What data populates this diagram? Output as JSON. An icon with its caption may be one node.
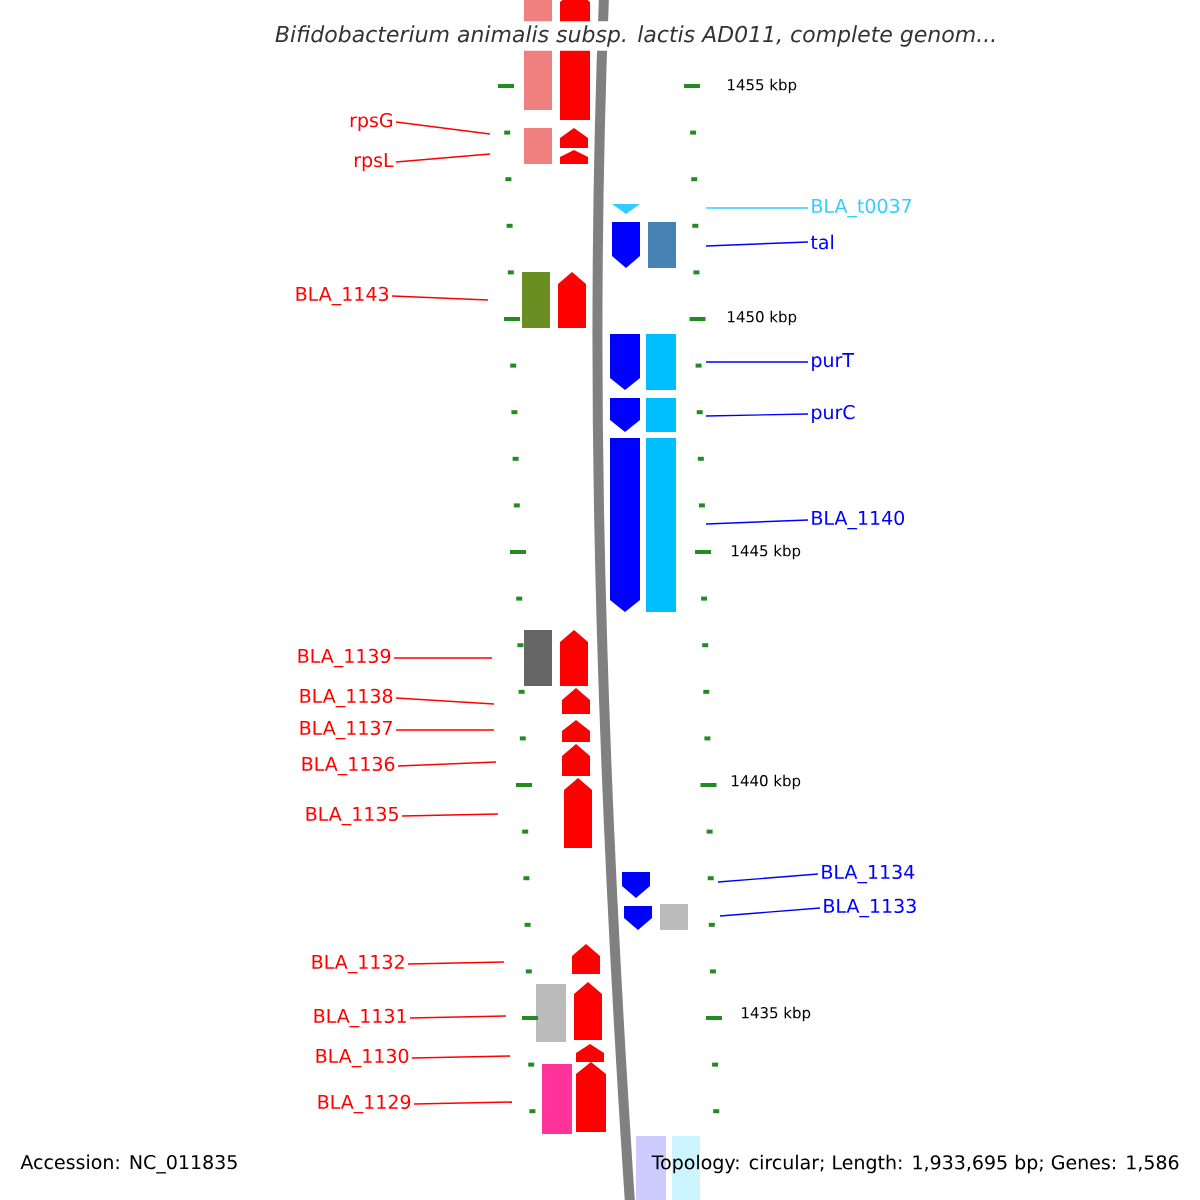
{
  "diagram": {
    "title": "Bifidobacterium animalis subsp. lactis AD011, complete genom...",
    "nodes": [
      {
        "text": [
          "rpsG"
        ]
      },
      {
        "text": [
          "rpsL"
        ]
      },
      {
        "text": [
          "BLA_1143"
        ]
      },
      {
        "text": [
          "BLA_t0037"
        ]
      },
      {
        "text": [
          "tal"
        ]
      },
      {
        "text": [
          "purT"
        ]
      },
      {
        "text": [
          "purC"
        ]
      },
      {
        "text": [
          "BLA_1140"
        ]
      },
      {
        "text": [
          "BLA_1139"
        ]
      },
      {
        "text": [
          "BLA_1138"
        ]
      },
      {
        "text": [
          "BLA_1137"
        ]
      },
      {
        "text": [
          "BLA_1136"
        ]
      },
      {
        "text": [
          "BLA_1135"
        ]
      },
      {
        "text": [
          "BLA_1134"
        ]
      },
      {
        "text": [
          "BLA_1133"
        ]
      },
      {
        "text": [
          "BLA_1132"
        ]
      },
      {
        "text": [
          "BLA_1131"
        ]
      },
      {
        "text": [
          "BLA_1130"
        ]
      },
      {
        "text": [
          "BLA_1129"
        ]
      }
    ],
    "edges": [
      {
        "from": 0,
        "to": null,
        "arrow": "none"
      },
      {
        "from": 1,
        "to": null,
        "arrow": "none"
      },
      {
        "from": 2,
        "to": null,
        "arrow": "none"
      },
      {
        "from": 3,
        "to": null,
        "arrow": "none",
        "color": "#33ccff"
      },
      {
        "from": 4,
        "to": null,
        "arrow": "none",
        "color": "#0000ff"
      },
      {
        "from": 5,
        "to": null,
        "arrow": "none",
        "color": "#0000ff"
      },
      {
        "from": 6,
        "to": null,
        "arrow": "none",
        "color": "#0000ff"
      },
      {
        "from": 7,
        "to": null,
        "arrow": "none",
        "color": "#0000ff"
      },
      {
        "from": 8,
        "to": null,
        "arrow": "none"
      },
      {
        "from": 9,
        "to": null,
        "arrow": "none"
      },
      {
        "from": 10,
        "to": null,
        "arrow": "none"
      },
      {
        "from": 11,
        "to": null,
        "arrow": "none"
      },
      {
        "from": 12,
        "to": null,
        "arrow": "none"
      },
      {
        "from": 13,
        "to": null,
        "arrow": "none",
        "color": "#0000ff"
      },
      {
        "from": 14,
        "to": null,
        "arrow": "none",
        "color": "#0000ff"
      },
      {
        "from": 15,
        "to": null,
        "arrow": "none"
      },
      {
        "from": 16,
        "to": null,
        "arrow": "none"
      },
      {
        "from": 17,
        "to": null,
        "arrow": "none"
      },
      {
        "from": 18,
        "to": null,
        "arrow": "none"
      }
    ],
    "labels": [
      "1455 kbp",
      "1450 kbp",
      "1445 kbp",
      "1440 kbp",
      "1435 kbp",
      "Accession: NC_011835",
      "Topology: circular; Length: 1,933,695 bp; Genes: 1,586"
    ]
  }
}
